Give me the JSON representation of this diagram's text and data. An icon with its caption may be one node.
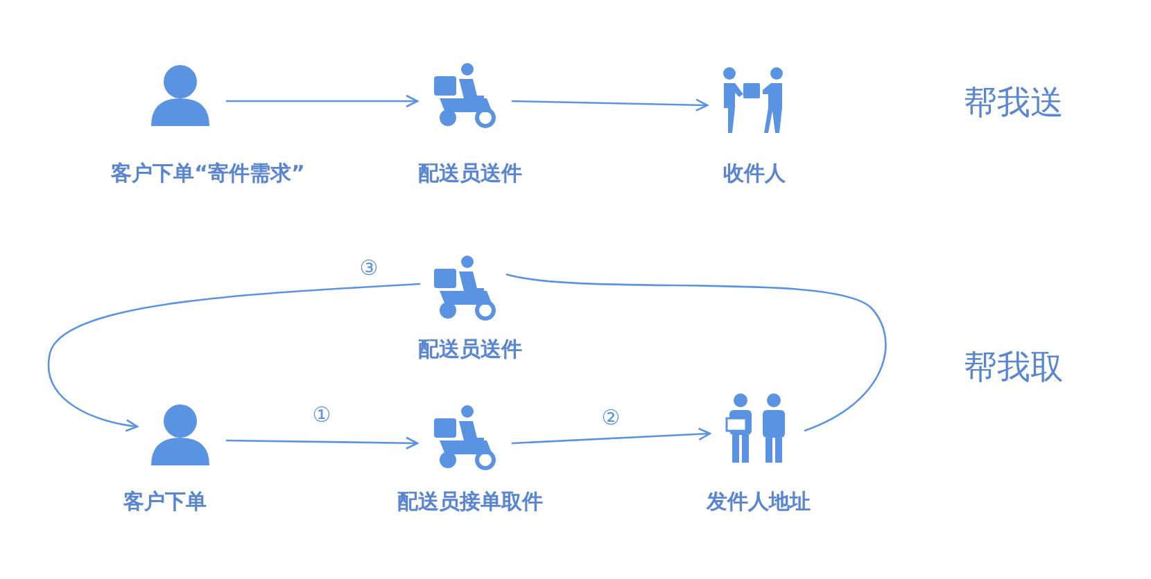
{
  "diagram": {
    "nodes": [
      {
        "text": [],
        "shape": "person",
        "beside": [
          "客户下单“寄件需求”"
        ]
      },
      {
        "text": [],
        "shape": "picture",
        "beside": [
          "配送员送件"
        ]
      },
      {
        "text": [],
        "shape": "picture",
        "beside": [
          "收件人"
        ]
      },
      {
        "text": [],
        "shape": "picture",
        "beside": [
          "配送员送件"
        ]
      },
      {
        "text": [],
        "shape": "person",
        "beside": [
          "客户下单"
        ]
      },
      {
        "text": [],
        "shape": "picture",
        "beside": [
          "配送员接单取件"
        ]
      },
      {
        "text": [],
        "shape": "picture",
        "beside": [
          "发件人地址"
        ]
      }
    ],
    "edges": [
      {
        "from": 0,
        "to": 1,
        "arrow": "to"
      },
      {
        "from": 1,
        "to": 2,
        "arrow": "to"
      },
      {
        "from": 4,
        "to": 5,
        "arrow": "to",
        "label": "①"
      },
      {
        "from": 5,
        "to": 6,
        "arrow": "to",
        "label": "②"
      },
      {
        "from": 6,
        "to": 3,
        "arrow": "none"
      },
      {
        "from": 3,
        "to": 4,
        "arrow": "to",
        "label": "③"
      }
    ],
    "labels": [
      "帮我送",
      "帮我取"
    ]
  }
}
